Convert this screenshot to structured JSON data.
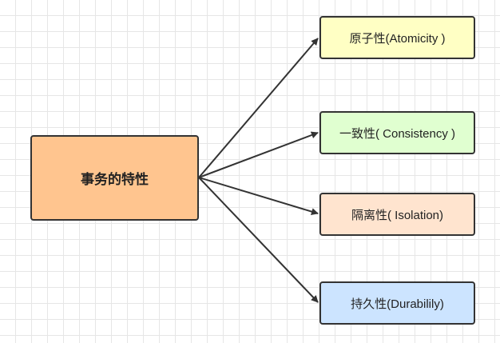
{
  "diagram": {
    "root": {
      "label": "事务的特性",
      "fill": "#ffc58f"
    },
    "children": [
      {
        "label": "原子性(Atomicity )",
        "fill": "#ffffc4"
      },
      {
        "label": "一致性( Consistency )",
        "fill": "#e0ffd0"
      },
      {
        "label": "隔离性( Isolation)",
        "fill": "#ffe4cf"
      },
      {
        "label": "持久性(Durabilily)",
        "fill": "#cce4ff"
      }
    ],
    "edge_color": "#333333"
  }
}
